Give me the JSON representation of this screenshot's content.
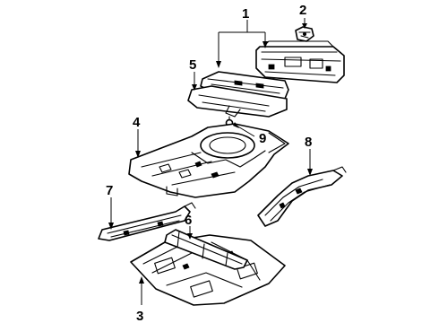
{
  "callouts": [
    {
      "id": "1",
      "label": "1",
      "part": "rear body panel"
    },
    {
      "id": "2",
      "label": "2",
      "part": "clip"
    },
    {
      "id": "3",
      "label": "3",
      "part": "front floor pan"
    },
    {
      "id": "4",
      "label": "4",
      "part": "rear floor pan"
    },
    {
      "id": "5",
      "label": "5",
      "part": "rear crossmember"
    },
    {
      "id": "6",
      "label": "6",
      "part": "center crossmember"
    },
    {
      "id": "7",
      "label": "7",
      "part": "floor side sill"
    },
    {
      "id": "8",
      "label": "8",
      "part": "rear side rail"
    },
    {
      "id": "9",
      "label": "9",
      "part": "fastener"
    }
  ]
}
